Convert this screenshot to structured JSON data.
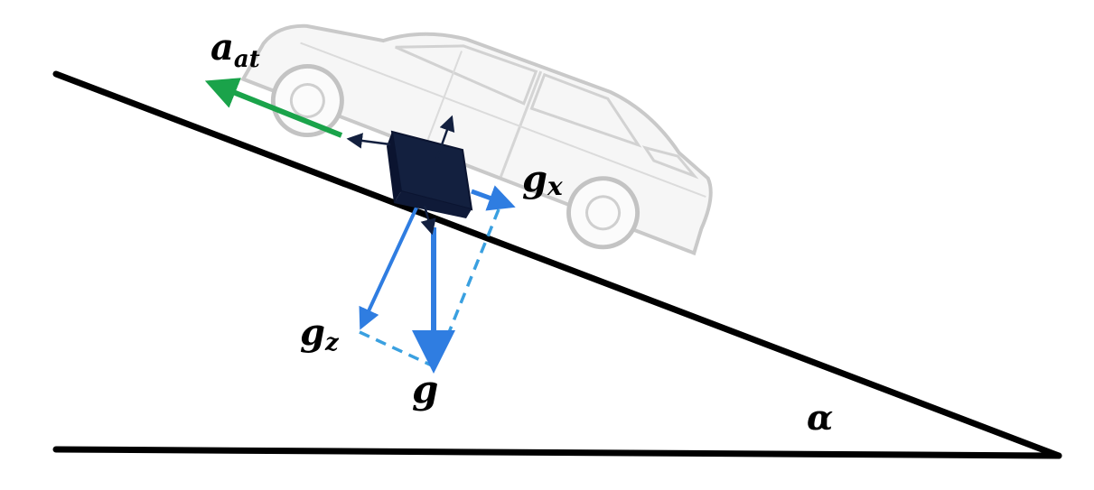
{
  "labels": {
    "a_main": "a",
    "a_sub": "at",
    "gx_main": "g",
    "gx_sub": "x",
    "gz_main": "g",
    "gz_sub": "z",
    "g": "g",
    "alpha": "α"
  },
  "colors": {
    "ground": "#000000",
    "acceleration_arrow": "#1aa34a",
    "gravity_arrows": "#2f7de1",
    "dashed_components": "#3aa0e0",
    "sensor_box": "#13203f",
    "car_outline": "#b8b8b8"
  }
}
